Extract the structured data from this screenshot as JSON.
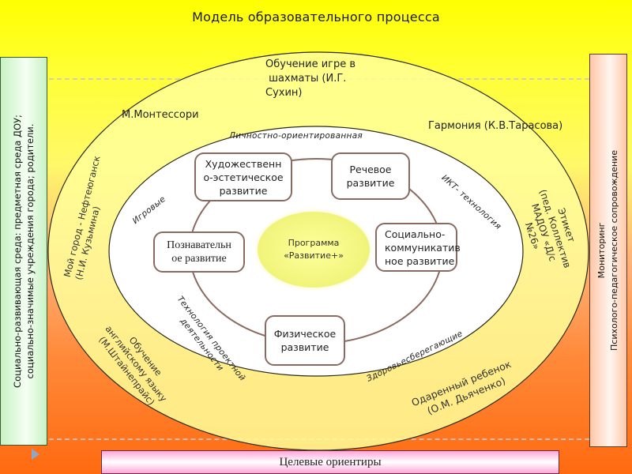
{
  "title": "Модель образовательного процесса",
  "left_panel": {
    "line1": "Социально-развивающая среда: предметная среда ДОУ;",
    "line2": "социально-значимые учреждения города; родители."
  },
  "right_panel": {
    "line1": "Мониторинг",
    "line2": "Психолого-педагогическое сопровождение"
  },
  "bottom_bar": {
    "label": "Целевые ориентиры"
  },
  "outer_ring_labels": {
    "chess": [
      "Обучение игре в",
      " шахматы (И.Г.",
      "Сухин)"
    ],
    "montessori": "М.Монтессори",
    "harmony": "Гармония (К.В.Тарасова)",
    "my_city": [
      "Мой город - Нефтеюганск",
      "(Н.И. Кузьмина)"
    ],
    "etiquette": [
      "Этикет",
      "(пед. Коллектив",
      "МАДОУ «Д/с",
      "№26»"
    ],
    "english": [
      "Обучение",
      "английскому языку",
      "(М.Штайнепрайс)"
    ],
    "gifted": [
      "Одаренный ребенок",
      "(О.М. Дьяченко)"
    ]
  },
  "inner_ring_labels": {
    "personal": "Личностно-ориентированная",
    "game": "Игровые",
    "ict": "ИКТ- технология",
    "project": [
      "Технология проектной",
      "деятельности"
    ],
    "health": "Здоровьесберегающие"
  },
  "center": {
    "line1": "Программа",
    "line2": "«Развитие+»"
  },
  "areas": {
    "artistic": [
      "Художественн",
      "о-эстетическое",
      "развитие"
    ],
    "speech": [
      "Речевое",
      "развитие"
    ],
    "cognitive": [
      "Познавательн",
      "ое развитие"
    ],
    "social": [
      "Социально-",
      "коммуникатив",
      "ное развитие"
    ],
    "physical": [
      "Физическое",
      "развитие"
    ]
  }
}
